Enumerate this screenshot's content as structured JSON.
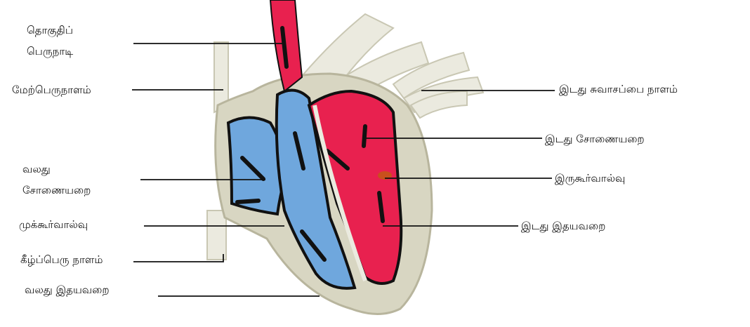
{
  "colors": {
    "oxygenated": "#e8214f",
    "deoxygenated": "#6fa7dd",
    "tissue": "#d8d6c2",
    "wall_dark": "#111111",
    "pale_vessel": "#ebeadf"
  },
  "labels": {
    "aorta": "தொகுதிப் பெருநாடி",
    "superior_vena_cava": "மேற்பெருநாளம்",
    "right_atrium": "வலது சோணையறை",
    "tricuspid_valve": "முக்கூர்வால்வு",
    "inferior_vena_cava": "கீழ்ப்பெரு நாளம்",
    "right_ventricle": "வலது இதயவறை",
    "left_pulmonary_vein": "இடது சுவாசப்பை நாளம்",
    "left_atrium": "இடது சோணையறை",
    "bicuspid_valve": "இருகூர்வால்வு",
    "left_ventricle": "இடது இதயவறை"
  }
}
